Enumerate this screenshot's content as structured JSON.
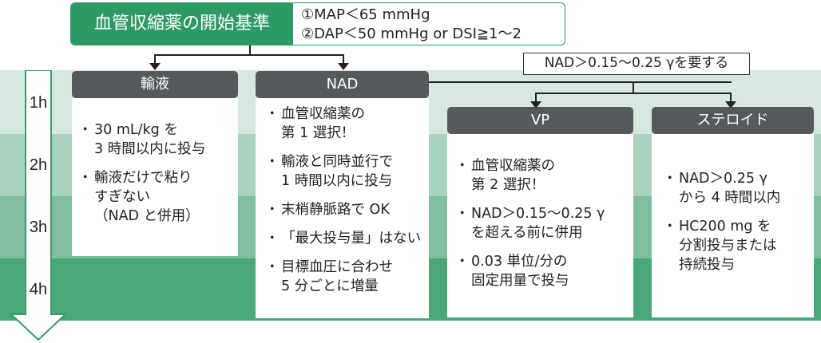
{
  "header": {
    "title": "血管収縮薬の開始基準",
    "criteria": [
      "①MAP＜65 mmHg",
      "②DAP＜50 mmHg or DSI≧1〜2"
    ]
  },
  "nad_threshold_note": "NAD＞0.15〜0.25 γを要する",
  "time_axis": [
    "1h",
    "2h",
    "3h",
    "4h"
  ],
  "columns": {
    "fluid": {
      "title": "輸液",
      "items": [
        [
          "30 mL/kg を",
          "3 時間以内に投与"
        ],
        [
          "輸液だけで粘り",
          "すぎない",
          "（NAD と併用）"
        ]
      ]
    },
    "nad": {
      "title": "NAD",
      "items": [
        [
          "血管収縮薬の",
          "第 1 選択！"
        ],
        [
          "輸液と同時並行で",
          "1 時間以内に投与"
        ],
        [
          "末梢静脈路で OK"
        ],
        [
          "「最大投与量」はない"
        ],
        [
          "目標血圧に合わせ",
          "5 分ごとに増量"
        ]
      ]
    },
    "vp": {
      "title": "VP",
      "items": [
        [
          "血管収縮薬の",
          "第 2 選択！"
        ],
        [
          "NAD＞0.15〜0.25 γ",
          "を超える前に併用"
        ],
        [
          "0.03 単位/分の",
          "固定用量で投与"
        ]
      ]
    },
    "steroid": {
      "title": "ステロイド",
      "items": [
        [
          "NAD＞0.25 γ",
          "から 4 時間以内"
        ],
        [
          "HC200 mg を",
          "分割投与または",
          "持続投与"
        ]
      ]
    }
  },
  "colors": {
    "band_1h": "#d6e8df",
    "band_2h": "#a9d3bf",
    "band_3h": "#7fbf9f",
    "band_4h": "#4aa878",
    "title_green": "#2d9a63",
    "header_gray": "#55595c"
  }
}
